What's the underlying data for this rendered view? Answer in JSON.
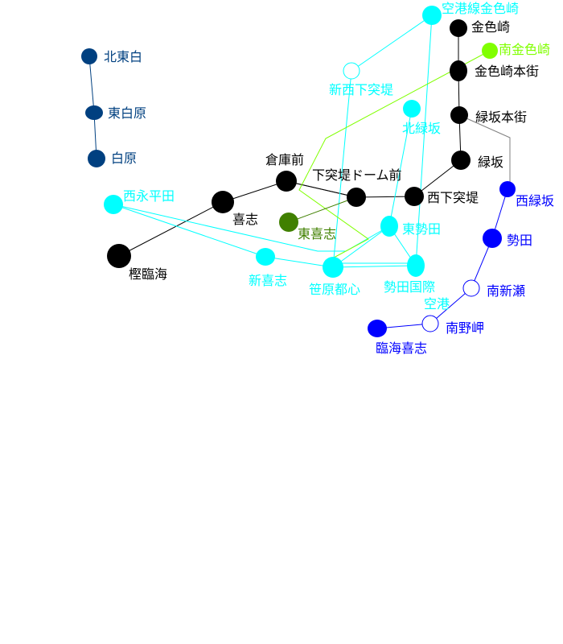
{
  "colors": {
    "black_line": "#000000",
    "cyan_line": "#00ffff",
    "navy_line": "#004080",
    "blue_line": "#0000ff",
    "lime_line": "#80ff00",
    "green_station": "#408000",
    "gray_line": "#808080"
  },
  "stations": [
    {
      "id": "kitahigashishiro",
      "label": "北東白",
      "color": "#004080",
      "style": "filled",
      "labelColor": "#004080"
    },
    {
      "id": "higashishirohara",
      "label": "東白原",
      "color": "#004080",
      "style": "filled",
      "labelColor": "#004080"
    },
    {
      "id": "shirohara",
      "label": "白原",
      "color": "#004080",
      "style": "filled",
      "labelColor": "#004080"
    },
    {
      "id": "kuko_kanairozaki",
      "label": "空港線金色崎",
      "color": "#00ffff",
      "style": "filled",
      "labelColor": "#00ffff"
    },
    {
      "id": "shinnishishitatotsutei",
      "label": "新西下突堤",
      "color": "#00ffff",
      "style": "hollow",
      "labelColor": "#00ffff"
    },
    {
      "id": "kitamidorisaka",
      "label": "北緑坂",
      "color": "#00ffff",
      "style": "filled",
      "labelColor": "#00ffff"
    },
    {
      "id": "nishieiheida",
      "label": "西永平田",
      "color": "#00ffff",
      "style": "filled",
      "labelColor": "#00ffff"
    },
    {
      "id": "shinkishi",
      "label": "新喜志",
      "color": "#00ffff",
      "style": "filled",
      "labelColor": "#00ffff"
    },
    {
      "id": "sasaharatoshin",
      "label": "笹原都心",
      "color": "#00ffff",
      "style": "filled",
      "labelColor": "#00ffff"
    },
    {
      "id": "setakokusai",
      "label": "勢田国際",
      "color": "#00ffff",
      "style": "filled",
      "labelColor": "#00ffff"
    },
    {
      "id": "higashiseta",
      "label": "東勢田",
      "color": "#00ffff",
      "style": "filled",
      "labelColor": "#00ffff"
    },
    {
      "id": "kanairozaki",
      "label": "金色崎",
      "color": "#000000",
      "style": "filled",
      "labelColor": "#000000"
    },
    {
      "id": "kanairozakihongai",
      "label": "金色崎本街",
      "color": "#000000",
      "style": "filled",
      "labelColor": "#000000"
    },
    {
      "id": "midorisakahongai",
      "label": "緑坂本街",
      "color": "#000000",
      "style": "filled",
      "labelColor": "#000000"
    },
    {
      "id": "midorisaka",
      "label": "緑坂",
      "color": "#000000",
      "style": "filled",
      "labelColor": "#000000"
    },
    {
      "id": "nishishitatotsutei",
      "label": "西下突堤",
      "color": "#000000",
      "style": "filled",
      "labelColor": "#000000"
    },
    {
      "id": "shimototsuteidome",
      "label": "下突堤ドーム前",
      "color": "#000000",
      "style": "filled",
      "labelColor": "#000000"
    },
    {
      "id": "kurakomae",
      "label": "倉庫前",
      "color": "#000000",
      "style": "filled",
      "labelColor": "#000000"
    },
    {
      "id": "kishi",
      "label": "喜志",
      "color": "#000000",
      "style": "filled",
      "labelColor": "#000000"
    },
    {
      "id": "kashirinkai",
      "label": "樫臨海",
      "color": "#000000",
      "style": "filled",
      "labelColor": "#000000"
    },
    {
      "id": "minamikanairozaki",
      "label": "南金色崎",
      "color": "#80ff00",
      "style": "filled",
      "labelColor": "#80ff00"
    },
    {
      "id": "higashikishi",
      "label": "東喜志",
      "color": "#408000",
      "style": "filled",
      "labelColor": "#408000"
    },
    {
      "id": "nishimidorisaka",
      "label": "西緑坂",
      "color": "#0000ff",
      "style": "filled",
      "labelColor": "#0000ff"
    },
    {
      "id": "seta",
      "label": "勢田",
      "color": "#0000ff",
      "style": "filled",
      "labelColor": "#0000ff"
    },
    {
      "id": "minaminiise",
      "label": "南新瀬",
      "color": "#0000ff",
      "style": "hollow",
      "labelColor": "#0000ff"
    },
    {
      "id": "kuko",
      "label": "空港",
      "color": "#0000ff",
      "style": "hollow",
      "labelColor": "#00ffff"
    },
    {
      "id": "minaminomisaki",
      "label": "南野岬",
      "color": "#0000ff",
      "style": "hollow",
      "labelColor": "#0000ff"
    },
    {
      "id": "rinkaikishi",
      "label": "臨海喜志",
      "color": "#0000ff",
      "style": "filled",
      "labelColor": "#0000ff"
    }
  ]
}
